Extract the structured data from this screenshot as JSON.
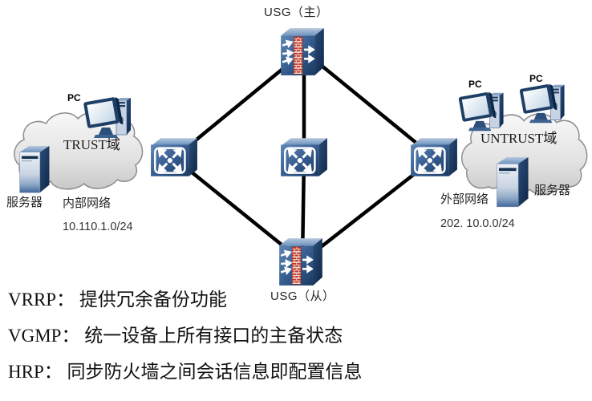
{
  "diagram": {
    "usg_master": {
      "label": "USG（主）"
    },
    "usg_slave": {
      "label": "USG（从）"
    },
    "trust_zone": {
      "zone_label": "TRUST域",
      "pc_label": "PC",
      "server_label": "服务器",
      "network_name": "内部网络",
      "subnet": "10.110.1.0/24"
    },
    "untrust_zone": {
      "zone_label": "UNTRUST域",
      "pc_labels": [
        "PC",
        "PC"
      ],
      "server_label": "服务器",
      "network_name": "外部网络",
      "subnet": "202. 10.0.0/24"
    }
  },
  "notes": [
    {
      "term": "VRRP",
      "text": "VRRP： 提供冗余备份功能"
    },
    {
      "term": "VGMP",
      "text": "VGMP： 统一设备上所有接口的主备状态"
    },
    {
      "term": "HRP",
      "text": "HRP： 同步防火墙之间会话信息即配置信息"
    }
  ],
  "colors": {
    "device_blue": "#3a6498",
    "device_blue_dark": "#142e52",
    "brick_red": "#c0392b",
    "cloud_fill": "#e3e3e3",
    "cloud_stroke": "#8f8f8f",
    "link": "#000000"
  }
}
